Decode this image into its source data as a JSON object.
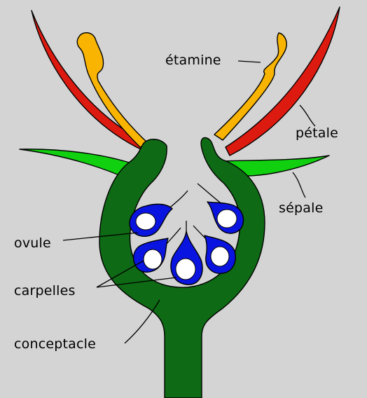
{
  "labels": {
    "etamine": "étamine",
    "petale": "pétale",
    "sepale": "sépale",
    "ovule": "ovule",
    "carpelles": "carpelles",
    "conceptacle": "conceptacle"
  },
  "colors": {
    "background": "#d4d4d4",
    "etamine": "#f8b400",
    "petale": "#dd1a10",
    "sepale": "#10d010",
    "conceptacle": "#0e6a14",
    "ovule": "#0a14e0",
    "ovule_inner": "#ffffff"
  }
}
